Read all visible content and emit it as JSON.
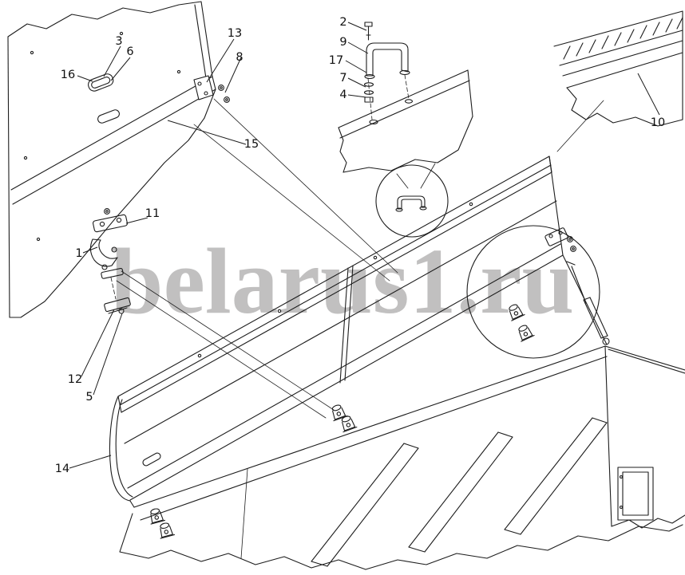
{
  "diagram": {
    "type": "exploded-parts-diagram",
    "background": "#ffffff",
    "line_color": "#1d1d1d",
    "watermark": {
      "text": "belarus1.ru",
      "color": "#c1c0c0"
    },
    "callouts": [
      {
        "label": "1"
      },
      {
        "label": "2"
      },
      {
        "label": "3"
      },
      {
        "label": "4"
      },
      {
        "label": "5"
      },
      {
        "label": "6"
      },
      {
        "label": "7"
      },
      {
        "label": "8"
      },
      {
        "label": "9"
      },
      {
        "label": "10"
      },
      {
        "label": "11"
      },
      {
        "label": "12"
      },
      {
        "label": "13"
      },
      {
        "label": "14"
      },
      {
        "label": "15"
      },
      {
        "label": "16"
      },
      {
        "label": "17"
      }
    ]
  }
}
